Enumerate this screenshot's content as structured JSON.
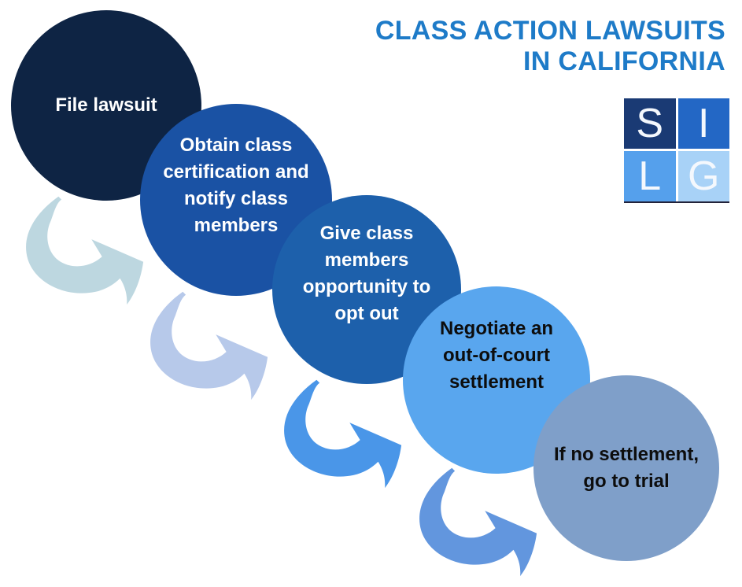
{
  "title": {
    "line1": "CLASS ACTION LAWSUITS",
    "line2": "IN CALIFORNIA",
    "color": "#1e7bc8"
  },
  "logo": {
    "squares": [
      {
        "letter": "S",
        "color": "#1a3a74"
      },
      {
        "letter": "I",
        "color": "#2367c5"
      },
      {
        "letter": "L",
        "color": "#55a0ec"
      },
      {
        "letter": "G",
        "color": "#a8d2f7"
      }
    ]
  },
  "steps": [
    {
      "order": 1,
      "label": "File lawsuit",
      "circle_color": "#0e2444",
      "text_color": "#ffffff"
    },
    {
      "order": 2,
      "label": "Obtain class certification and notify class members",
      "circle_color": "#1a52a4",
      "text_color": "#ffffff"
    },
    {
      "order": 3,
      "label": "Give class members opportunity to opt out",
      "circle_color": "#1d60ab",
      "text_color": "#ffffff"
    },
    {
      "order": 4,
      "label": "Negotiate an out-of-court settlement",
      "circle_color": "#59a6ee",
      "text_color": "#0d0d0d"
    },
    {
      "order": 5,
      "label": "If no settlement, go to trial",
      "circle_color": "#7f9fc9",
      "text_color": "#0d0d0d"
    }
  ],
  "arrows": [
    {
      "color": "#bdd7e0"
    },
    {
      "color": "#b7c9ea"
    },
    {
      "color": "#4a96e8"
    },
    {
      "color": "#6296de"
    }
  ],
  "background_color": "#ffffff"
}
